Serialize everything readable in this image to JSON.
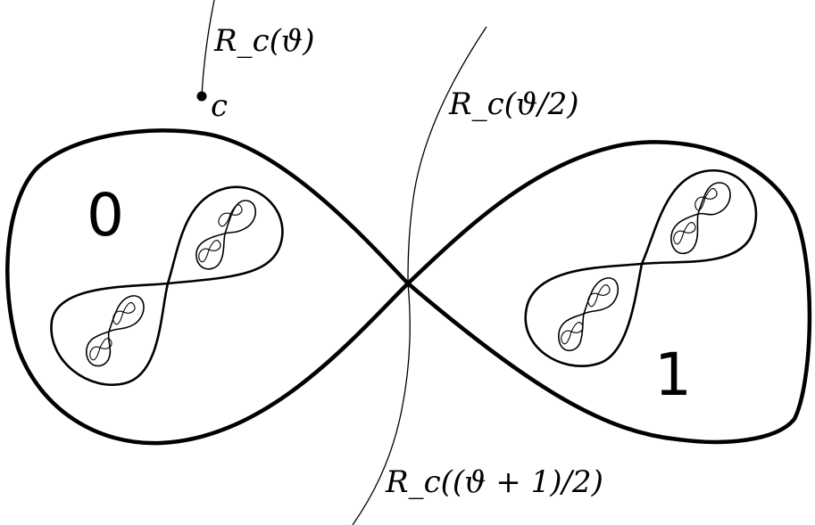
{
  "labels": {
    "ray_theta": "R_c(ϑ)",
    "ray_theta_half": "R_c(ϑ/2)",
    "ray_theta_plus_one_half": "R_c((ϑ + 1)/2)",
    "point_c": "c",
    "region_0": "0",
    "region_1": "1"
  }
}
